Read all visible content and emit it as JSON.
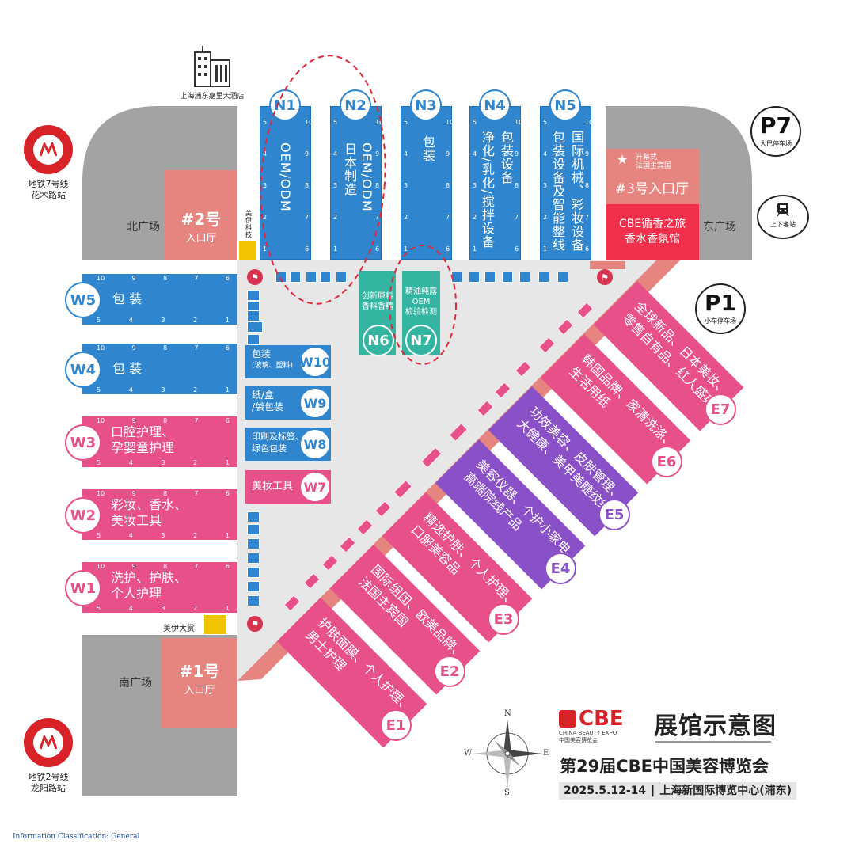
{
  "hotel": {
    "label": "上海浦东嘉里大酒店",
    "icon": "building-icon"
  },
  "metro": [
    {
      "line": "地铁7号线",
      "station": "花木路站"
    },
    {
      "line": "地铁2号线",
      "station": "龙阳路站"
    }
  ],
  "plazas": {
    "north": "北广场",
    "east": "东广场",
    "south": "南广场"
  },
  "parking": [
    {
      "code": "P7",
      "label": "大巴停车场"
    },
    {
      "code": "P1",
      "label": "小车停车场"
    }
  ],
  "pickup": {
    "label": "上下客站",
    "icon": "subway-icon"
  },
  "entrances": [
    {
      "name": "#2号",
      "sub": "入口厅"
    },
    {
      "name": "#1号",
      "sub": "入口厅"
    },
    {
      "name": "#3号入口厅",
      "top": "开幕式",
      "top2": "法国主宾国"
    }
  ],
  "cbe_pavilion": {
    "line1": "CBE循香之旅",
    "line2": "香水香氛馆"
  },
  "awards": [
    {
      "label": "美伊科技"
    },
    {
      "label": "美伊大赏"
    }
  ],
  "north_halls": [
    {
      "code": "N1",
      "lines": [
        "OEM/ODM"
      ],
      "nums": [
        "5",
        "4",
        "3",
        "2",
        "1",
        "10",
        "9",
        "8",
        "7",
        "6"
      ]
    },
    {
      "code": "N2",
      "lines": [
        "OEM/ODM",
        "日本制造"
      ],
      "nums": [
        "5",
        "4",
        "3",
        "2",
        "1",
        "10",
        "9",
        "8",
        "7",
        "6"
      ]
    },
    {
      "code": "N3",
      "lines": [
        "包装"
      ],
      "nums": [
        "5",
        "4",
        "3",
        "2",
        "1",
        "10",
        "9",
        "8",
        "7",
        "6"
      ]
    },
    {
      "code": "N4",
      "lines": [
        "包装设备",
        "净化/乳化/搅拌设备"
      ],
      "nums": [
        "5",
        "4",
        "3",
        "2",
        "1",
        "10",
        "9",
        "8",
        "7",
        "6"
      ]
    },
    {
      "code": "N5",
      "lines": [
        "国际机械、彩妆设备",
        "包装设备及智能整线"
      ],
      "nums": [
        "5",
        "4",
        "3",
        "2",
        "1",
        "10",
        "9",
        "8",
        "7",
        "6"
      ]
    }
  ],
  "inner_north": [
    {
      "code": "N6",
      "lines": [
        "创新原料",
        "香料香精"
      ]
    },
    {
      "code": "N7",
      "lines": [
        "精油纯露",
        "OEM",
        "检验检测"
      ]
    }
  ],
  "west_halls": [
    {
      "code": "W5",
      "lines": [
        "包 装"
      ],
      "color": "blue"
    },
    {
      "code": "W4",
      "lines": [
        "包 装"
      ],
      "color": "blue"
    },
    {
      "code": "W3",
      "lines": [
        "口腔护理、",
        "孕婴童护理"
      ],
      "color": "pink"
    },
    {
      "code": "W2",
      "lines": [
        "彩妆、香水、",
        "美妆工具"
      ],
      "color": "pink"
    },
    {
      "code": "W1",
      "lines": [
        "洗护、护肤、",
        "个人护理"
      ],
      "color": "pink"
    }
  ],
  "west_nums_top": [
    "10",
    "9",
    "8",
    "7",
    "6"
  ],
  "west_nums_bot": [
    "5",
    "4",
    "3",
    "2",
    "1"
  ],
  "inner_west": [
    {
      "code": "W10",
      "lines": [
        "包装",
        "(玻璃、塑料)"
      ]
    },
    {
      "code": "W9",
      "lines": [
        "纸/盒",
        "/袋包装"
      ]
    },
    {
      "code": "W8",
      "lines": [
        "印刷及标签、",
        "绿色包装"
      ]
    },
    {
      "code": "W7",
      "lines": [
        "美妆工具"
      ]
    }
  ],
  "east_halls": [
    {
      "code": "E7",
      "lines": [
        "全球新品、日本美妆、",
        "零售自有品、红人盛典"
      ],
      "color": "pink"
    },
    {
      "code": "E6",
      "lines": [
        "韩国品牌、家清洗涤、",
        "生活用纸"
      ],
      "color": "pink"
    },
    {
      "code": "E5",
      "lines": [
        "功效美容、皮肤管理、",
        "大健康、美甲美睫纹绣"
      ],
      "color": "purple"
    },
    {
      "code": "E4",
      "lines": [
        "美容仪器、个护小家电、",
        "高端院线产品"
      ],
      "color": "purple"
    },
    {
      "code": "E3",
      "lines": [
        "精选护肤、个人护理、",
        "口服美容品"
      ],
      "color": "pink"
    },
    {
      "code": "E2",
      "lines": [
        "国际组团、欧美品牌、",
        "法国主宾国"
      ],
      "color": "pink"
    },
    {
      "code": "E1",
      "lines": [
        "护肤面膜、个人护理、",
        "男士护理"
      ],
      "color": "pink"
    }
  ],
  "compass": {
    "n": "N",
    "s": "S",
    "e": "E",
    "w": "W",
    "icon": "compass-rose-icon"
  },
  "logo": {
    "brand": "CBE",
    "en": "CHINA BEAUTY EXPO",
    "cn": "中国美容博览会"
  },
  "title": {
    "main": "展馆示意图",
    "sub": "第29届CBE中国美容博览会",
    "date": "2025.5.12-14",
    "venue": "上海新国际博览中心(浦东)"
  },
  "footer": "Information Classification: General",
  "colors": {
    "blue": "#2f86cf",
    "pink": "#e8508a",
    "purple": "#8a50c8",
    "teal": "#33b5a2",
    "red": "#f0304a",
    "salmon": "#e6847f",
    "gray": "#a3a3a3",
    "dash": "#e0283a"
  }
}
